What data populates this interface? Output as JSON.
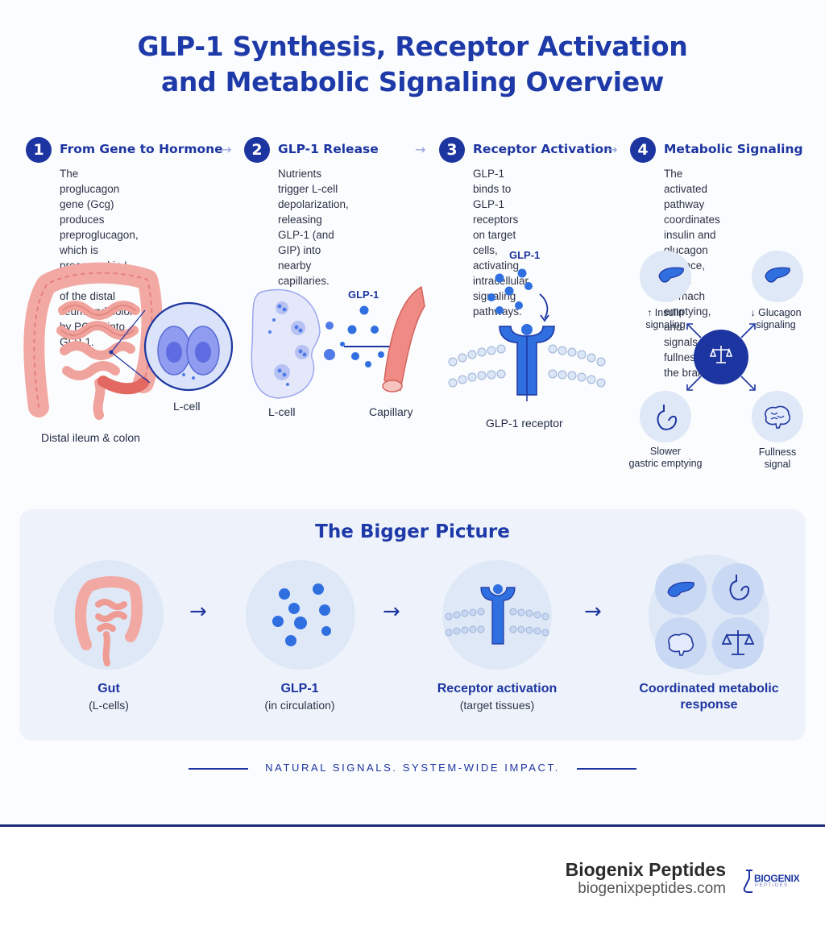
{
  "title_line1": "GLP-1 Synthesis, Receptor Activation",
  "title_line2": "and Metabolic Signaling Overview",
  "steps": [
    {
      "num": "1",
      "title": "From Gene to Hormone",
      "desc": [
        "The proglucagon gene (Gcg)",
        "produces preproglucagon,",
        "which is processed in L-cells",
        "of the distal ileum and colon",
        "by PC1/3 into GLP-1."
      ]
    },
    {
      "num": "2",
      "title": "GLP-1 Release",
      "desc": [
        "Nutrients trigger L-cell",
        "depolarization, releasing",
        "GLP-1 (and GIP) into",
        "nearby capillaries."
      ]
    },
    {
      "num": "3",
      "title": "Receptor Activation",
      "desc": [
        "GLP-1 binds to GLP-1",
        "receptors on target cells,",
        "activating intracellular",
        "signaling pathways."
      ]
    },
    {
      "num": "4",
      "title": "Metabolic Signaling",
      "desc": [
        "The activated pathway",
        "coordinates insulin and",
        "glucagon balance, slows",
        "stomach emptying, and",
        "signals fullness to the brain."
      ]
    }
  ],
  "arrow_glyph": "→",
  "illus1": {
    "lcell": "L-cell",
    "gut": "Distal ileum & colon"
  },
  "illus2": {
    "glp1": "GLP-1",
    "lcell": "L-cell",
    "capillary": "Capillary"
  },
  "illus3": {
    "glp1": "GLP-1",
    "receptor": "GLP-1 receptor"
  },
  "illus4": {
    "insulin": [
      "↑ Insulin",
      "signaling"
    ],
    "glucagon": [
      "↓ Glucagon",
      "signaling"
    ],
    "gastric": [
      "Slower",
      "gastric emptying"
    ],
    "fullness": [
      "Fullness",
      "signal"
    ]
  },
  "bigger_picture": {
    "title": "The Bigger Picture",
    "items": [
      {
        "title": "Gut",
        "sub": "(L-cells)"
      },
      {
        "title": "GLP-1",
        "sub": "(in circulation)"
      },
      {
        "title": "Receptor activation",
        "sub": "(target tissues)"
      },
      {
        "title": "Coordinated metabolic",
        "sub": "response"
      }
    ]
  },
  "tagline": "NATURAL SIGNALS. SYSTEM-WIDE IMPACT.",
  "footer": {
    "brand": "Biogenix Peptides",
    "url": "biogenixpeptides.com",
    "logo_text": "BIOGENIX",
    "logo_sub": "PEPTIDES"
  },
  "colors": {
    "navy": "#1d35a0",
    "gut": "#f2a9a3",
    "blue": "#2f6fe0",
    "panel": "#eef3fb"
  }
}
